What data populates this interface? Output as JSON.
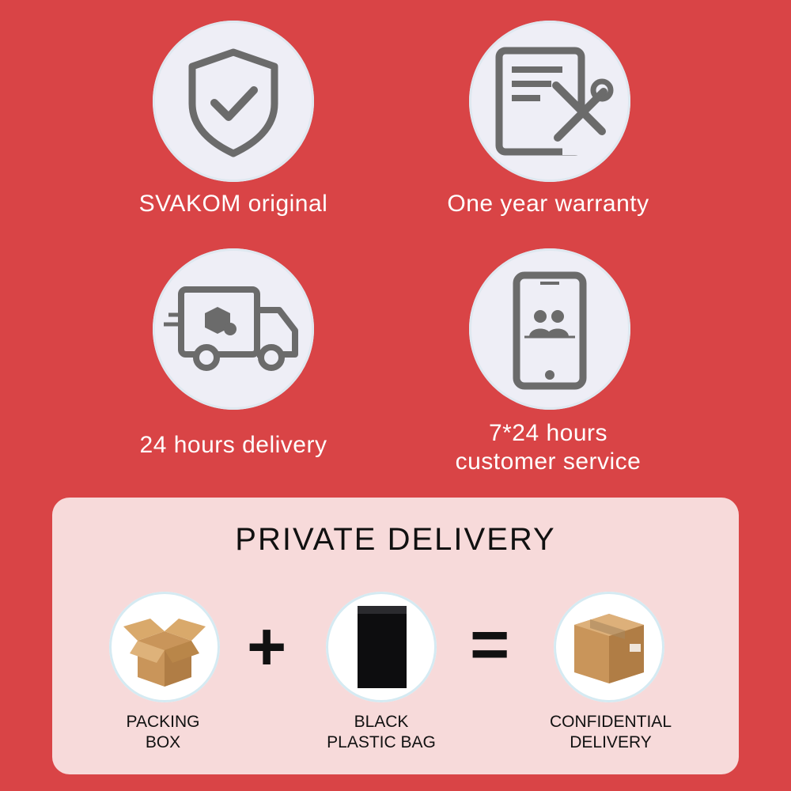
{
  "features": [
    {
      "label": "SVAKOM original",
      "icon": "shield-check-icon"
    },
    {
      "label": "One year warranty",
      "icon": "document-tools-icon"
    },
    {
      "label": "24 hours delivery",
      "icon": "delivery-truck-icon"
    },
    {
      "label_line1": "7*24 hours",
      "label_line2": "customer service",
      "icon": "phone-support-icon"
    }
  ],
  "private_delivery": {
    "title": "PRIVATE DELIVERY",
    "plus": "+",
    "equals": "=",
    "items": [
      {
        "line1": "PACKING",
        "line2": "BOX",
        "icon": "open-box-icon"
      },
      {
        "line1": "BLACK",
        "line2": "PLASTIC BAG",
        "icon": "black-bag-icon"
      },
      {
        "line1": "CONFIDENTIAL",
        "line2": "DELIVERY",
        "icon": "sealed-box-icon"
      }
    ]
  },
  "colors": {
    "background": "#d94446",
    "panel": "#f7dada",
    "icon_gray": "#6b6b6b",
    "box_brown": "#c9955a"
  }
}
